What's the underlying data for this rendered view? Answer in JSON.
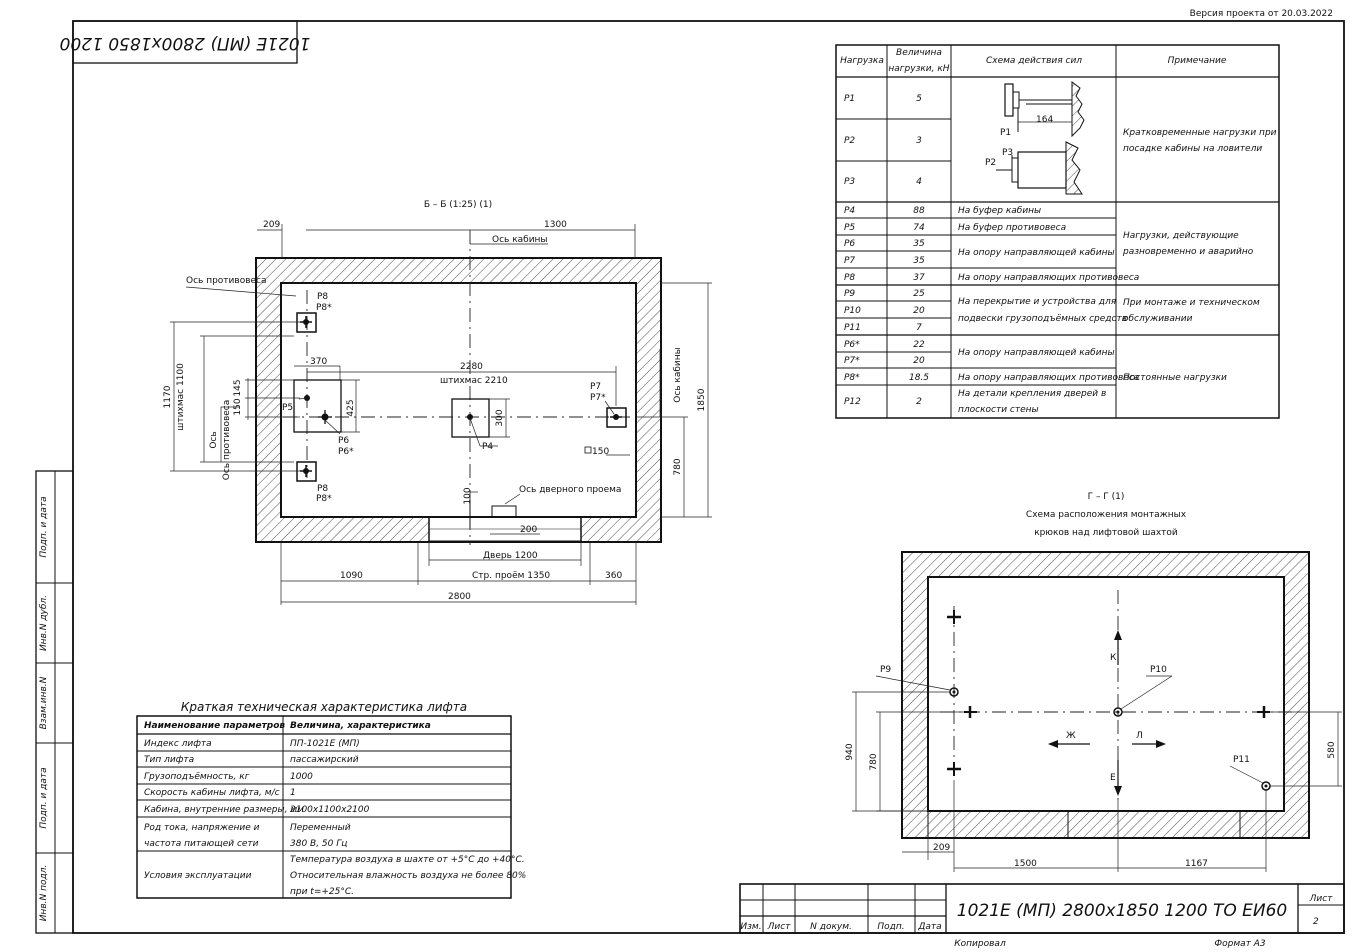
{
  "version_text": "Версия проекта от 20.03.2022",
  "stamp_mirrored": "1021E (МП) 2800х1850 1200",
  "section_bb": {
    "title": "Б – Б (1:25) (1)",
    "dims": {
      "d209": "209",
      "d1300": "1300",
      "d2280": "2280",
      "d2210": "штихмас 2210",
      "d370": "370",
      "d145": "145",
      "d150a": "150",
      "d425": "425",
      "d300": "300",
      "d150b": "150",
      "d1170": "1170",
      "d1100": "штихмас 1100",
      "d1850": "1850",
      "d780": "780",
      "d100": "100",
      "d200": "200",
      "d1200": "Дверь 1200",
      "d1090": "1090",
      "d1350": "Стр. проём 1350",
      "d360": "360",
      "d2800": "2800"
    },
    "labels": {
      "cabin_axis": "Ось кабины",
      "cabin_axis_v": "Ось кабины",
      "cw_axis": "Ось противовеса",
      "cw_axis_v": "Ось противовеса",
      "door_axis": "Ось дверного проема",
      "p8_top": "P8",
      "p8s_top": "P8*",
      "p8_bot": "P8",
      "p8s_bot": "P8*",
      "p5": "P5",
      "p6": "P6",
      "p6s": "P6*",
      "p4": "P4",
      "p7": "P7",
      "p7s": "P7*"
    }
  },
  "loads_table": {
    "headers": [
      "Нагрузка",
      "Величина нагрузки, кН",
      "Схема действия сил",
      "Примечание"
    ],
    "rows": [
      {
        "load": "P1",
        "value": "5"
      },
      {
        "load": "P2",
        "value": "3"
      },
      {
        "load": "P3",
        "value": "4"
      },
      {
        "load": "P4",
        "value": "88",
        "desc": "На буфер кабины"
      },
      {
        "load": "P5",
        "value": "74",
        "desc": "На буфер противовеса"
      },
      {
        "load": "P6",
        "value": "35"
      },
      {
        "load": "P7",
        "value": "35"
      },
      {
        "load": "P8",
        "value": "37",
        "desc": "На опору направляющих противовеса"
      },
      {
        "load": "P9",
        "value": "25"
      },
      {
        "load": "P10",
        "value": "20"
      },
      {
        "load": "P11",
        "value": "7"
      },
      {
        "load": "P6*",
        "value": "22"
      },
      {
        "load": "P7*",
        "value": "20"
      },
      {
        "load": "P8*",
        "value": "18.5",
        "desc": "На опору направляющих противовеса"
      },
      {
        "load": "P12",
        "value": "2"
      }
    ],
    "merged_desc": {
      "p67": "На опору направляющей кабины",
      "p9_11_a": "На перекрытие и устройства для",
      "p9_11_b": "подвески грузоподъёмных средств",
      "p67s": "На опору направляющей кабины",
      "p12_a": "На детали крепления дверей в",
      "p12_b": "плоскости стены"
    },
    "notes": {
      "n1a": "Кратковременные нагрузки при",
      "n1b": "посадке кабины на ловители",
      "n2a": "Нагрузки, действующие",
      "n2b": "разновременно и аварийно",
      "n3a": "При монтаже и техническом",
      "n3b": "обслуживании",
      "n4": "Постоянные нагрузки"
    },
    "scheme": {
      "p1": "P1",
      "p2": "P2",
      "p3": "P3",
      "d164": "164"
    }
  },
  "section_gg": {
    "title": "Г – Г (1)",
    "subtitle_a": "Схема расположения монтажных",
    "subtitle_b": "крюков над лифтовой шахтой",
    "labels": {
      "p9": "P9",
      "p10": "P10",
      "p11": "P11",
      "k": "К",
      "e": "Е",
      "zh": "Ж",
      "l": "Л"
    },
    "dims": {
      "d940": "940",
      "d780": "780",
      "d580": "580",
      "d209": "209",
      "d1500": "1500",
      "d1167": "1167"
    }
  },
  "spec_table": {
    "title": "Краткая техническая характеристика лифта",
    "headers": [
      "Наименование параметров",
      "Величина, характеристика"
    ],
    "rows": [
      {
        "param": "Индекс лифта",
        "value": "ПП-1021Е (МП)"
      },
      {
        "param": "Тип лифта",
        "value": "пассажирский"
      },
      {
        "param": "Грузоподъёмность, кг",
        "value": "1000"
      },
      {
        "param": "Скорость кабины лифта, м/с",
        "value": "1"
      },
      {
        "param": "Кабина, внутренние размеры, мм",
        "value": "2100х1100х2100"
      }
    ],
    "power": {
      "param_a": "Род тока, напряжение и",
      "param_b": "частота питающей сети",
      "value_a": "Переменный",
      "value_b": "380 В, 50 Гц"
    },
    "conditions": {
      "param": "Условия эксплуатации",
      "value_a": "Температура воздуха в шахте от +5°С до +40°С.",
      "value_b": "Относительная влажность воздуха не более 80%",
      "value_c": "при t=+25°С."
    }
  },
  "side_strip": [
    "Подп. и дата",
    "Инв.N дубл.",
    "Взам.инв.N",
    "Подп. и дата",
    "Инв.N подл."
  ],
  "title_block": {
    "cols": [
      "Изм.",
      "Лист",
      "N докум.",
      "Подп.",
      "Дата"
    ],
    "designation": "1021Е (МП) 2800х1850 1200 ТО ЕИ60",
    "sheet_label": "Лист",
    "sheet_no": "2",
    "copied": "Копировал",
    "format": "Формат А3"
  }
}
